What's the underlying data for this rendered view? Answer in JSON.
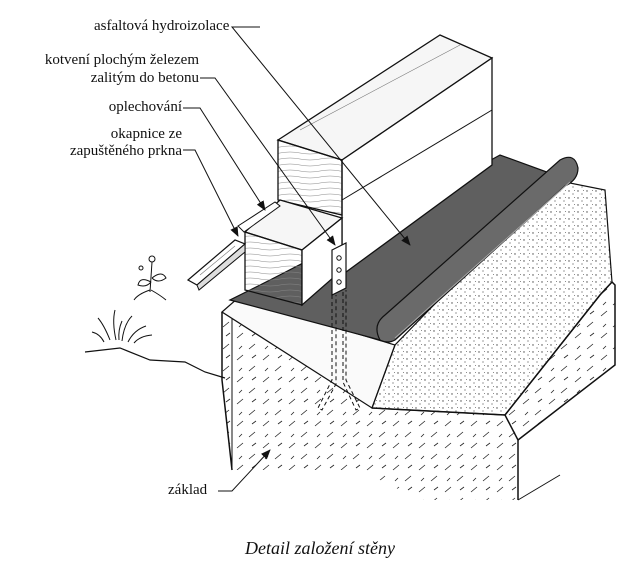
{
  "labels": {
    "hydro": "asfaltová hydroizolace",
    "anchor_1": "kotvení plochým železem",
    "anchor_2": "zalitým do betonu",
    "flashing": "oplechování",
    "drip_1": "okapnice ze",
    "drip_2": "zapuštěného prkna",
    "foundation": "základ"
  },
  "caption": "Detail založení stěny",
  "colors": {
    "line": "#111111",
    "membrane": "#5f5f5f",
    "gravel_fill": "#f3f3f3",
    "wood_face": "#e6e6e6",
    "wood_side": "#f4f4f4"
  }
}
